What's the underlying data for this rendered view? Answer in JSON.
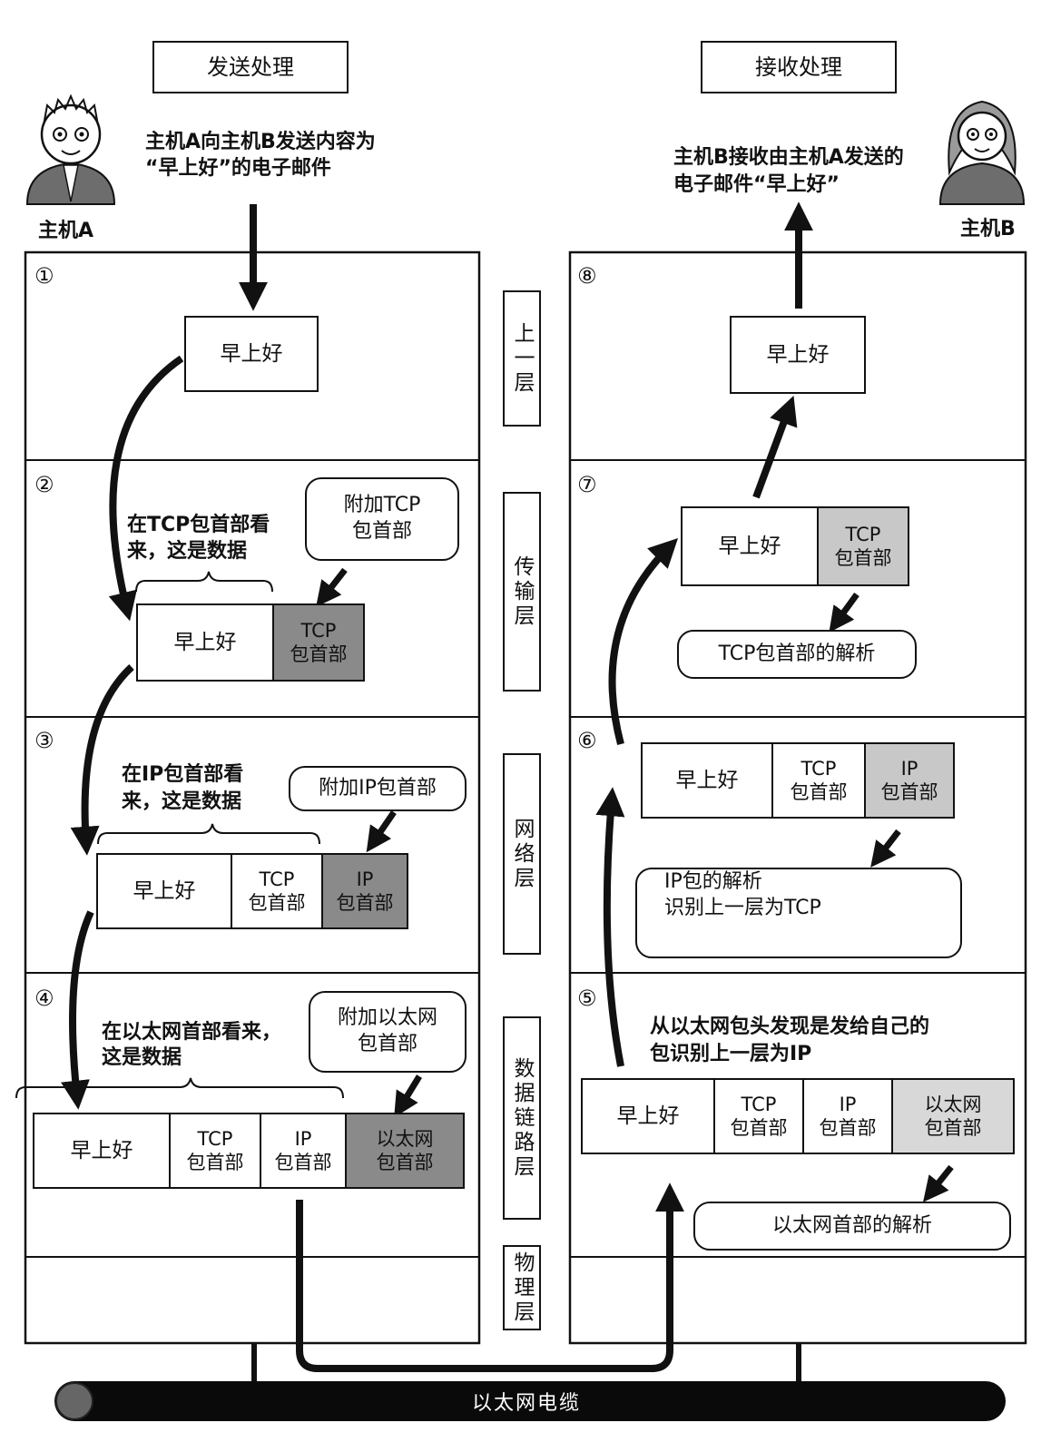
{
  "titles": {
    "send": "发送处理",
    "receive": "接收处理"
  },
  "hosts": {
    "a": {
      "label": "主机A",
      "description_line1": "主机A向主机B发送内容为",
      "description_line2": "“早上好”的电子邮件"
    },
    "b": {
      "label": "主机B",
      "description_line1": "主机B接收由主机A发送的",
      "description_line2": "电子邮件“早上好”"
    }
  },
  "layers": {
    "upper": "上一层",
    "transport": "传输层",
    "network": "网络层",
    "datalink": "数据链路层",
    "physical": "物理层"
  },
  "steps": [
    "①",
    "②",
    "③",
    "④",
    "⑤",
    "⑥",
    "⑦",
    "⑧"
  ],
  "payload": "早上好",
  "headers": {
    "tcp_line1": "TCP",
    "tcp_line2": "包首部",
    "ip_line1": "IP",
    "ip_line2": "包首部",
    "eth_line1": "以太网",
    "eth_line2": "包首部"
  },
  "send_notes": {
    "tcp_data_line1": "在TCP包首部看",
    "tcp_data_line2": "来，这是数据",
    "ip_data_line1": "在IP包首部看",
    "ip_data_line2": "来，这是数据",
    "eth_data_line1": "在以太网首部看来，",
    "eth_data_line2": "这是数据"
  },
  "send_bubbles": {
    "add_tcp_line1": "附加TCP",
    "add_tcp_line2": "包首部",
    "add_ip": "附加IP包首部",
    "add_eth_line1": "附加以太网",
    "add_eth_line2": "包首部"
  },
  "receive_notes": {
    "eth_found_line1": "从以太网包头发现是发给自己的",
    "eth_found_line2": "包识别上一层为IP"
  },
  "receive_bubbles": {
    "eth_parse": "以太网首部的解析",
    "ip_parse_line1": "IP包的解析",
    "ip_parse_line2": "识别上一层为TCP",
    "tcp_parse": "TCP包首部的解析"
  },
  "cable": "以太网电缆",
  "colors": {
    "line": "#111111",
    "dark_header": "#8a8a8a",
    "gray_header": "#c8c8c8",
    "cable": "#0a0a0a"
  }
}
